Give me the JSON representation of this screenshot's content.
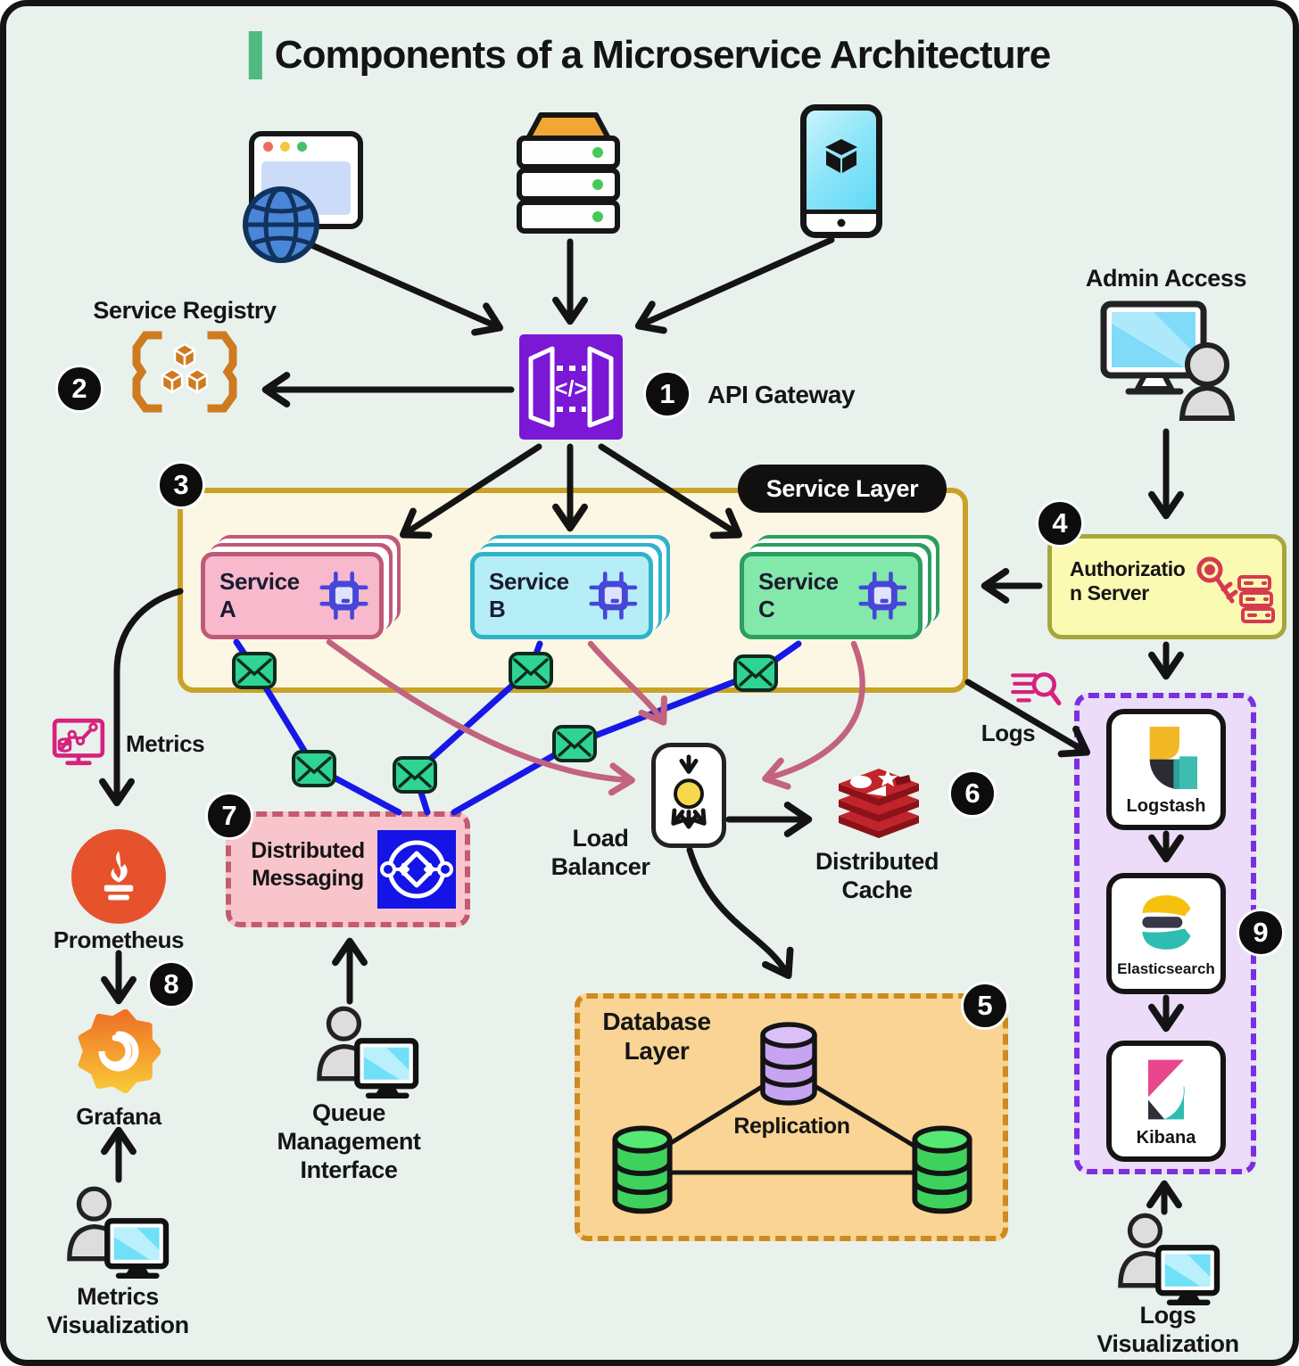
{
  "title": "Components of a Microservice Architecture",
  "colors": {
    "canvas_bg": "#e9f1ec",
    "accent": "#4fba7f",
    "api_gateway": "#7a18d5",
    "registry_orange": "#cf7a1f",
    "layer_bg": "#fbf7e4",
    "layer_border": "#c9a227",
    "service_a_bg": "#f8b9cd",
    "service_a_border": "#bf5977",
    "service_b_bg": "#b5eef6",
    "service_b_border": "#2fb3c9",
    "service_c_bg": "#83e9ab",
    "service_c_border": "#2c9e5f",
    "messaging_bg": "#f9c5cd",
    "messaging_border": "#c25b70",
    "messaging_icon": "#1414e6",
    "blue_line": "#1717e8",
    "rose_line": "#c2637f",
    "auth_bg": "#fbfab2",
    "auth_border": "#a6a63c",
    "auth_icon": "#d63a50",
    "elk_bg": "#ecdcf9",
    "elk_border": "#7a2fe0",
    "db_bg": "#f9d494",
    "db_border": "#cd8a1e",
    "pink_icon": "#d6217e",
    "prometheus": "#e6522c",
    "envelope_green": "#2fd393",
    "redis_red": "#c2242b"
  },
  "icons": {
    "web_client": "browser-window-with-globe",
    "data_source": "server-stack",
    "mobile_client": "smartphone-with-cube",
    "service_registry": "braces-with-cubes",
    "api_gateway": "purple-gateway-panels",
    "admin": "monitor-with-user",
    "service_chip": "cpu-chip",
    "message": "green-envelope",
    "auth": "key-with-server",
    "metrics": "pink-monitor-chart",
    "logs": "pink-lines-magnifier",
    "prometheus": "torch-flame",
    "grafana": "orange-spiral-sun",
    "cache": "redis-stack",
    "load_balancer": "arrow-splitter",
    "messaging": "circular-exchange",
    "database": "cylinder",
    "user_terminal": "person-with-monitor"
  },
  "nodes": {
    "service_registry": {
      "badge": "2",
      "label": "Service Registry"
    },
    "api_gateway": {
      "badge": "1",
      "label": "API Gateway",
      "icon_glyph": "</>"
    },
    "admin_access": {
      "label": "Admin Access"
    },
    "service_layer": {
      "badge": "3",
      "label": "Service Layer",
      "services": [
        {
          "label": "Service A"
        },
        {
          "label": "Service B"
        },
        {
          "label": "Service C"
        }
      ]
    },
    "authorization_server": {
      "badge": "4",
      "label": "Authorization Server"
    },
    "database_layer": {
      "badge": "5",
      "label": "Database Layer",
      "replication_label": "Replication"
    },
    "distributed_cache": {
      "badge": "6",
      "label": "Distributed Cache"
    },
    "distributed_messaging": {
      "badge": "7",
      "label": "Distributed Messaging"
    },
    "monitoring": {
      "badge": "8",
      "metrics_label": "Metrics",
      "prometheus_label": "Prometheus",
      "grafana_label": "Grafana",
      "metrics_visualization_label": "Metrics Visualization"
    },
    "logging": {
      "badge": "9",
      "logs_label": "Logs",
      "stack": [
        {
          "label": "Logstash"
        },
        {
          "label": "Elasticsearch"
        },
        {
          "label": "Kibana"
        }
      ],
      "logs_visualization_label": "Logs Visualization"
    },
    "load_balancer": {
      "label": "Load Balancer"
    },
    "queue_management": {
      "label": "Queue Management Interface"
    }
  }
}
